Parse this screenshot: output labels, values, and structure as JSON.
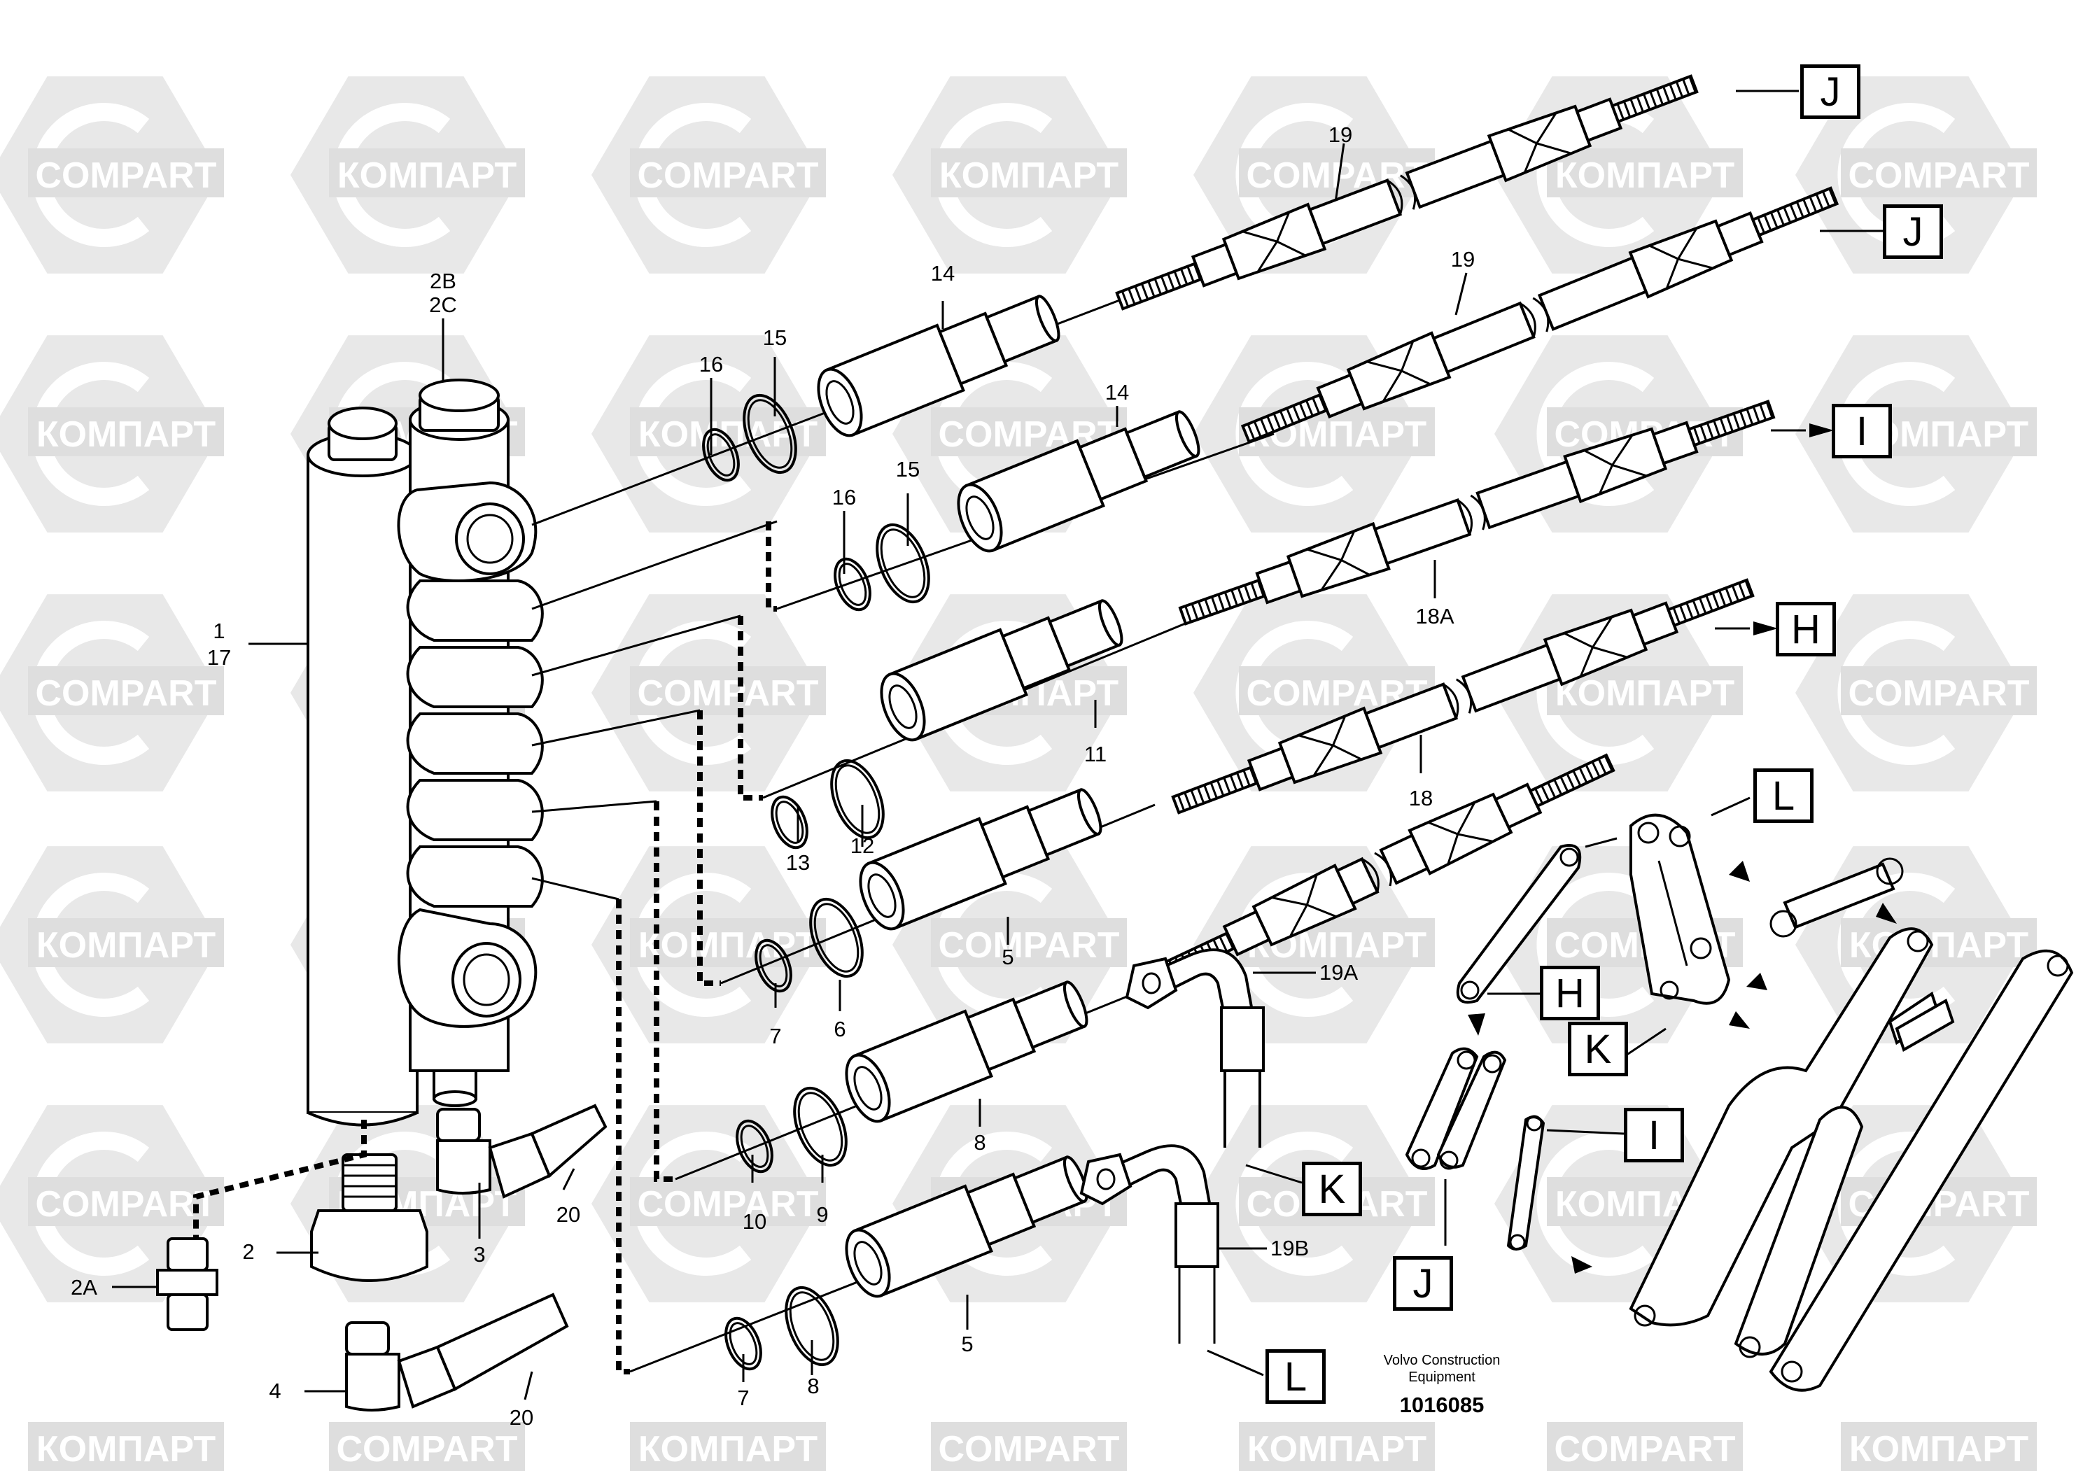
{
  "watermark": {
    "latin": "COMPART",
    "cyrillic": "КОМПАРТ"
  },
  "labels": [
    {
      "id": "2b-2c",
      "text": "2B\n2C"
    },
    {
      "id": "1-17",
      "text": "1\n17"
    },
    {
      "id": "16a",
      "text": "16"
    },
    {
      "id": "15a",
      "text": "15"
    },
    {
      "id": "14a",
      "text": "14"
    },
    {
      "id": "16b",
      "text": "16"
    },
    {
      "id": "15b",
      "text": "15"
    },
    {
      "id": "14b",
      "text": "14"
    },
    {
      "id": "19a-top",
      "text": "19"
    },
    {
      "id": "19b-top",
      "text": "19"
    },
    {
      "id": "18a",
      "text": "18A"
    },
    {
      "id": "11",
      "text": "11"
    },
    {
      "id": "18",
      "text": "18"
    },
    {
      "id": "13",
      "text": "13"
    },
    {
      "id": "12",
      "text": "12"
    },
    {
      "id": "7a",
      "text": "7"
    },
    {
      "id": "6",
      "text": "6"
    },
    {
      "id": "5a",
      "text": "5"
    },
    {
      "id": "19A",
      "text": "19A"
    },
    {
      "id": "8a",
      "text": "8"
    },
    {
      "id": "10",
      "text": "10"
    },
    {
      "id": "9",
      "text": "9"
    },
    {
      "id": "19B",
      "text": "19B"
    },
    {
      "id": "5b",
      "text": "5"
    },
    {
      "id": "7b",
      "text": "7"
    },
    {
      "id": "8b",
      "text": "8"
    },
    {
      "id": "2",
      "text": "2"
    },
    {
      "id": "2A",
      "text": "2A"
    },
    {
      "id": "3",
      "text": "3"
    },
    {
      "id": "20a",
      "text": "20"
    },
    {
      "id": "4",
      "text": "4"
    },
    {
      "id": "20b",
      "text": "20"
    }
  ],
  "callouts": [
    {
      "id": "J1",
      "letter": "J"
    },
    {
      "id": "J2",
      "letter": "J"
    },
    {
      "id": "I1",
      "letter": "I"
    },
    {
      "id": "H1",
      "letter": "H"
    },
    {
      "id": "L1",
      "letter": "L"
    },
    {
      "id": "H2",
      "letter": "H"
    },
    {
      "id": "K1",
      "letter": "K"
    },
    {
      "id": "I2",
      "letter": "I"
    },
    {
      "id": "K2",
      "letter": "K"
    },
    {
      "id": "J3",
      "letter": "J"
    },
    {
      "id": "L2",
      "letter": "L"
    }
  ],
  "footer": {
    "company_line1": "Volvo Construction",
    "company_line2": "Equipment",
    "drawing_number": "1016085"
  }
}
